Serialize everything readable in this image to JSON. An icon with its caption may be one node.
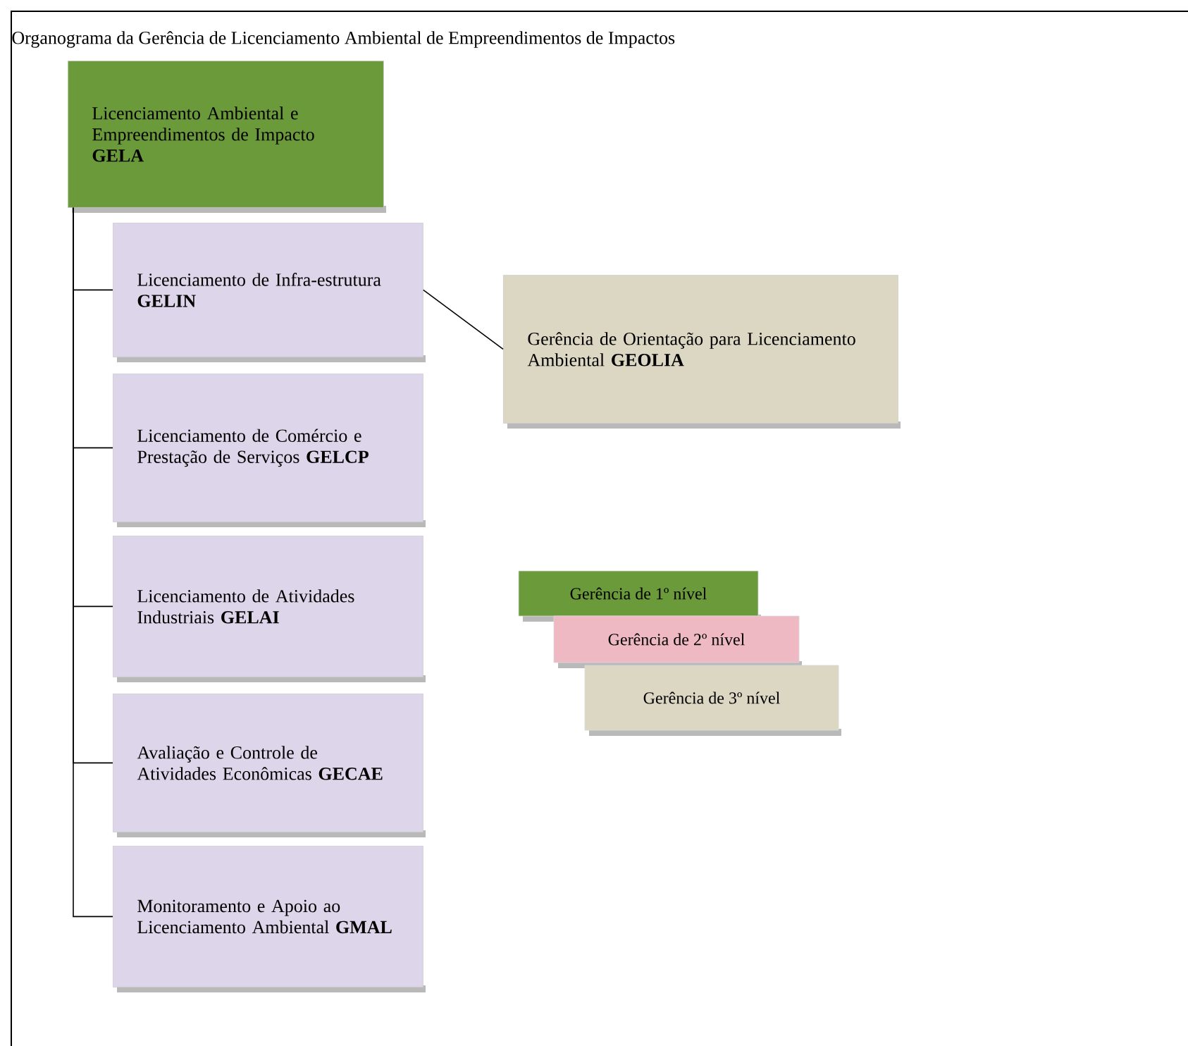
{
  "diagram": {
    "title": "Organograma da Gerência de Licenciamento Ambiental de Empreendimentos de Impactos",
    "nodes": [
      {
        "text": [
          "Licenciamento Ambiental e Empreendimentos de Impacto **GELA**"
        ]
      },
      {
        "text": [
          "Licenciamento de Infra-estrutura **GELIN**"
        ]
      },
      {
        "text": [
          "Gerência de Orientação para Licenciamento Ambiental **GEOLIA**"
        ]
      },
      {
        "text": [
          "Licenciamento de Comércio e Prestação de Serviços **GELCP**"
        ]
      },
      {
        "text": [
          "Licenciamento de Atividades Industriais **GELAI**"
        ]
      },
      {
        "text": [
          "Avaliação e Controle de Atividades Econômicas **GECAE**"
        ]
      },
      {
        "text": [
          "Monitoramento e Apoio ao Licenciamento Ambiental **GMAL**"
        ]
      }
    ],
    "edges": [
      {
        "from": 0,
        "to": 1,
        "arrow": "none"
      },
      {
        "from": 1,
        "to": 2,
        "arrow": "none"
      },
      {
        "from": 0,
        "to": 3,
        "arrow": "none"
      },
      {
        "from": 0,
        "to": 4,
        "arrow": "none"
      },
      {
        "from": 0,
        "to": 5,
        "arrow": "none"
      },
      {
        "from": 0,
        "to": 6,
        "arrow": "none"
      }
    ],
    "legend": [
      {
        "text": "Gerência de 1º nível",
        "color": "#6a9a3a"
      },
      {
        "text": "Gerência de 2º nível",
        "color": "#efb9c3"
      },
      {
        "text": "Gerência de 3º nível",
        "color": "#dcd7c3"
      }
    ]
  }
}
